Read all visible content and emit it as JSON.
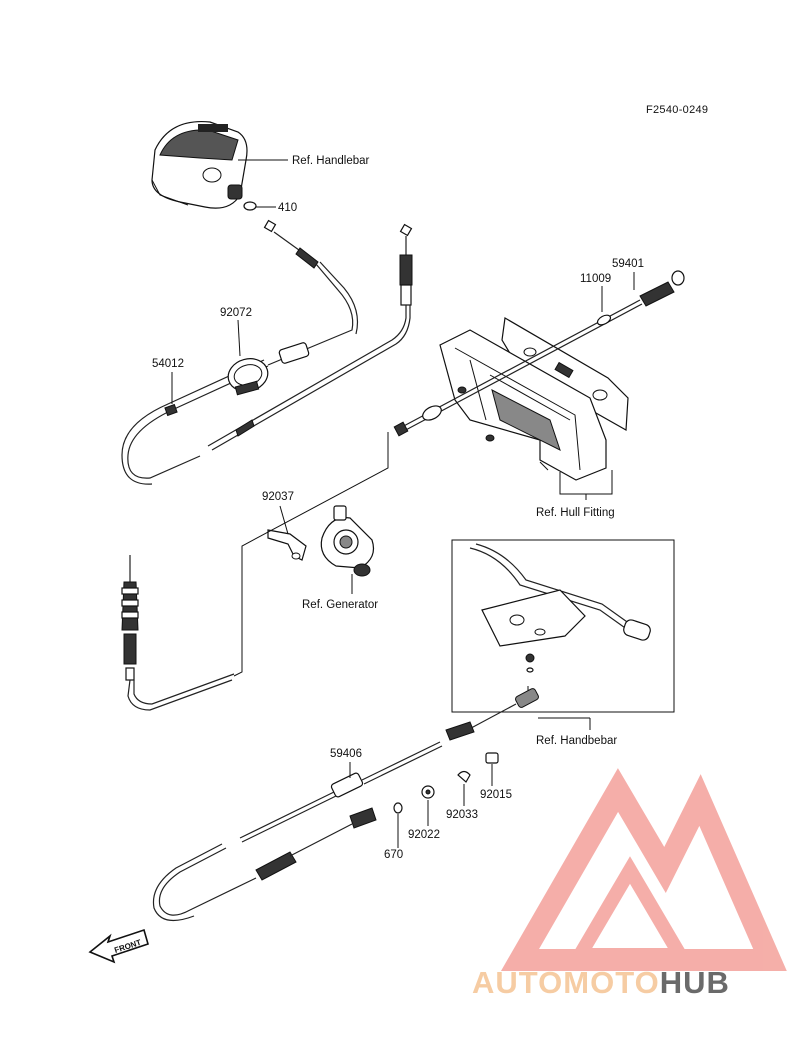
{
  "diagram_code": "F2540-0249",
  "labels": {
    "ref_handlebar_top": "Ref. Handlebar",
    "ref_hull_fitting": "Ref. Hull Fitting",
    "ref_generator": "Ref. Generator",
    "ref_handlebar_bottom": "Ref. Handbebar",
    "front": "FRONT"
  },
  "parts": {
    "p410": "410",
    "p92072": "92072",
    "p54012": "54012",
    "p59401": "59401",
    "p11009": "11009",
    "p92037": "92037",
    "p59406": "59406",
    "p92015": "92015",
    "p92033": "92033",
    "p92022": "92022",
    "p670": "670"
  },
  "watermark": {
    "part1": "AUTOMOTO",
    "part2": "HUB",
    "color_primary": "#f4a6a0",
    "color_secondary": "#f6c79a",
    "color_dark": "#5a5a5a"
  }
}
